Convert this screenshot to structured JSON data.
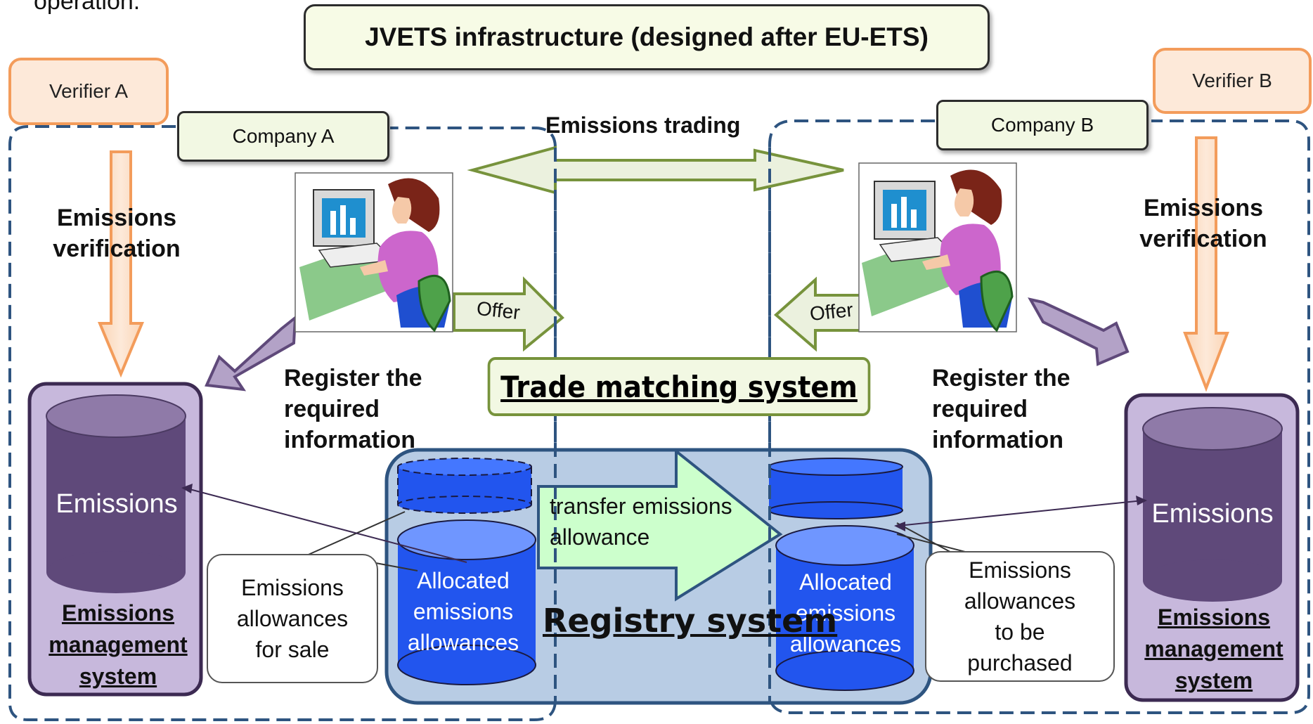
{
  "top_fragment": "operation.",
  "title": "JVETS infrastructure (designed after  EU-ETS)",
  "verifier_a": "Verifier A",
  "verifier_b": "Verifier B",
  "company_a": "Company A",
  "company_b": "Company B",
  "emissions_trading": "Emissions trading",
  "emissions_verification_line1": "Emissions",
  "emissions_verification_line2": "verification",
  "offer": "Offer",
  "register_line1": "Register the",
  "register_line2": "required",
  "register_line3": "information",
  "trade_matching": "Trade matching system",
  "emissions": "Emissions",
  "ems_line1": "Emissions",
  "ems_line2": "management",
  "ems_line3": "system",
  "transfer_line1": "transfer emissions",
  "transfer_line2": "allowance",
  "alloc_line1": "Allocated",
  "alloc_line2": "emissions",
  "alloc_line3": "allowances",
  "registry": "Registry system",
  "for_sale_line1": "Emissions",
  "for_sale_line2": "allowances",
  "for_sale_line3": "for sale",
  "purchased_line1": "Emissions",
  "purchased_line2": "allowances",
  "purchased_line3": "to be",
  "purchased_line4": "purchased",
  "colors": {
    "dash_border": "#2e5480",
    "verifier_fill": "#fde9d9",
    "verifier_stroke": "#f39c5b",
    "green_arrow": "#ebf1de",
    "green_stroke": "#77933c",
    "purple_box": "#c7b8dc",
    "cylinder_purple": "#5f497a",
    "registry_fill": "#b8cce4",
    "db_blue": "#2255ee",
    "transfer_arrow": "#ccffcc"
  }
}
